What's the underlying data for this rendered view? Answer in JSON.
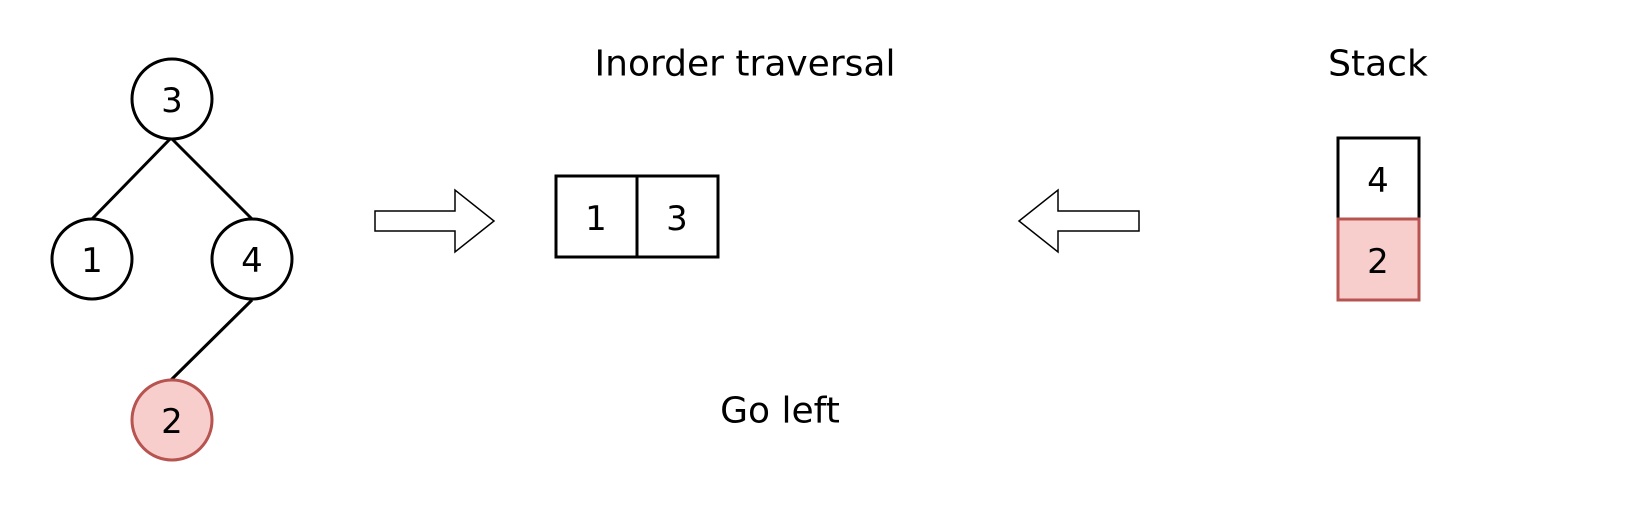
{
  "tree": {
    "nodes": [
      {
        "id": "n3",
        "label": "3",
        "highlight": false
      },
      {
        "id": "n1",
        "label": "1",
        "highlight": false
      },
      {
        "id": "n4",
        "label": "4",
        "highlight": false
      },
      {
        "id": "n2",
        "label": "2",
        "highlight": true
      }
    ],
    "edges": [
      [
        "n3",
        "n1"
      ],
      [
        "n3",
        "n4"
      ],
      [
        "n4",
        "n2"
      ]
    ]
  },
  "inorder": {
    "title": "Inorder traversal",
    "values": [
      "1",
      "3"
    ]
  },
  "stack": {
    "title": "Stack",
    "items": [
      {
        "label": "4",
        "highlight": false
      },
      {
        "label": "2",
        "highlight": true
      }
    ]
  },
  "caption": "Go left",
  "colors": {
    "highlight_fill": "#f8cecc",
    "highlight_stroke": "#b85450",
    "stroke": "#000000"
  }
}
